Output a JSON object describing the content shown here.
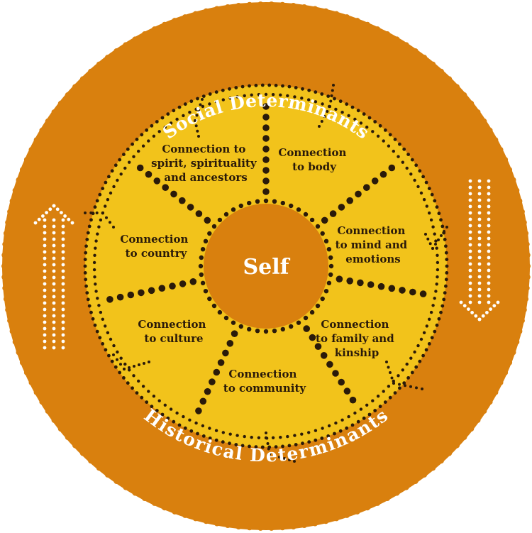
{
  "colors": {
    "outer_ring": "#d9800e",
    "inner_disc": "#f2c31b",
    "center": "#d9800e",
    "dots": "#2a1a0a",
    "white_dots": "#ffffff"
  },
  "outer_labels": {
    "top": "Social Determinants",
    "bottom": "Historical Determinants"
  },
  "center_label": "Self",
  "segments": [
    {
      "lines": [
        "Connection to",
        "spirit, spirituality",
        "and ancestors"
      ]
    },
    {
      "lines": [
        "Connection",
        "to body"
      ]
    },
    {
      "lines": [
        "Connection",
        "to mind and",
        "emotions"
      ]
    },
    {
      "lines": [
        "Connection",
        "to family and",
        "kinship"
      ]
    },
    {
      "lines": [
        "Connection",
        "to community"
      ]
    },
    {
      "lines": [
        "Connection",
        "to culture"
      ]
    },
    {
      "lines": [
        "Connection",
        "to country"
      ]
    }
  ]
}
